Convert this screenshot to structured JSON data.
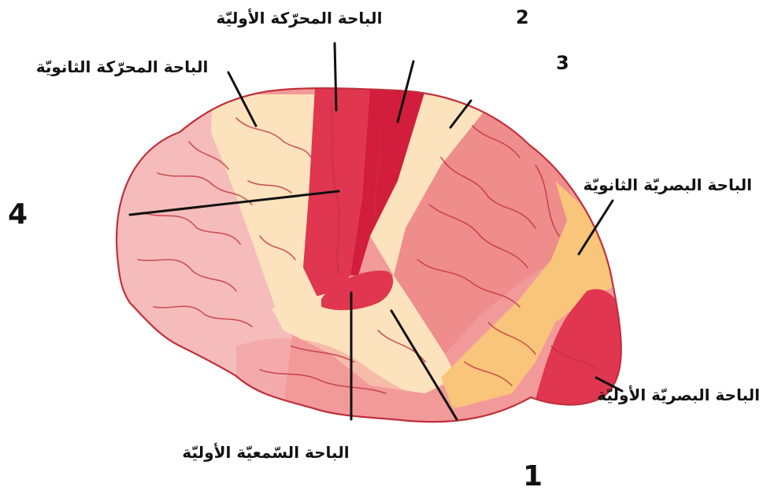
{
  "labels": {
    "primary_motor": "الباحة المحرّكة الأوليّة",
    "secondary_motor": "الباحة المحرّكة الثانويّة",
    "secondary_visual": "الباحة البصريّة الثانويّة",
    "primary_visual": "الباحة البصريّة الأوليّة",
    "primary_auditory": "الباحة السّمعيّة الأوليّة"
  },
  "numbers": {
    "n1": "1",
    "n2": "2",
    "n3": "3",
    "n4": "4"
  },
  "colors": {
    "outline": "#c0303b",
    "brain_pink": "#f29a9a",
    "light_pink": "#f6bcbc",
    "cream": "#fde3bd",
    "orange": "#f9c57a",
    "primary_red": "#e0364f",
    "dark_red": "#d21d3c",
    "vessel": "#c2343e",
    "pointer_line": "#111111"
  }
}
